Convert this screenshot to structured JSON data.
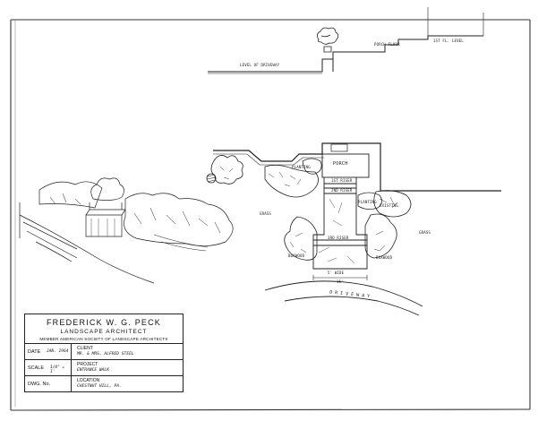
{
  "elevation_labels": {
    "level_of_driveway": "LEVEL OF DRIVEWAY",
    "porch_floor": "PORCH FLOOR",
    "first_floor_level": "1ST FL. LEVEL"
  },
  "plan_labels": {
    "porch": "PORCH",
    "planting_left": "PLANTING",
    "first_riser": "1ST RISER",
    "second_riser": "2ND RISER",
    "grass_left": "GRASS",
    "grass_right": "GRASS",
    "planting_right": "PLANTING",
    "existing": "EXISTING",
    "boxwood_left": "BOXWOOD",
    "boxwood_right": "BOXWOOD",
    "third_riser": "3RD RISER",
    "width_note": "5' WIDE",
    "dimension": "15'",
    "driveway": "DRIVEWAY"
  },
  "title_block": {
    "firm": "FREDERICK W. G. PECK",
    "role": "LANDSCAPE ARCHITECT",
    "membership": "MEMBER AMERICAN SOCIETY OF LANDSCAPE ARCHITECTS",
    "date_key": "DATE",
    "date_val": "JAN. 1964",
    "client_key": "CLIENT",
    "client_val": "MR. & MRS. ALFRED STEEL",
    "scale_key": "SCALE",
    "scale_val": "1/8\" = 1'",
    "project_key": "PROJECT",
    "project_val": "ENTRANCE WALK",
    "dwg_key": "DWG. No.",
    "location_key": "LOCATION",
    "location_val": "CHESTNUT HILL, PA."
  }
}
